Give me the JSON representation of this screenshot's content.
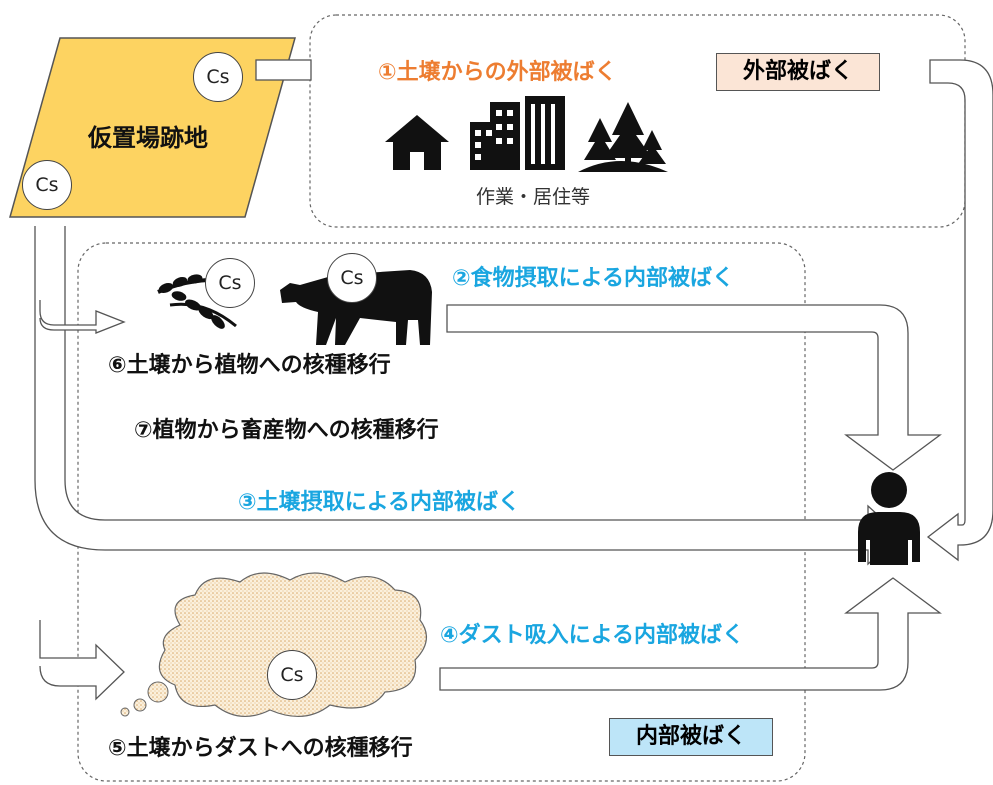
{
  "source": {
    "label": "仮置場跡地"
  },
  "nuclide": "Cs",
  "external": {
    "pathway_1": "①土壌からの外部被ばく",
    "activities": "作業・居住等",
    "tag": "外部被ばく",
    "icons": [
      "house-icon",
      "buildings-icon",
      "trees-icon"
    ]
  },
  "internal": {
    "pathway_2": "②食物摂取による内部被ばく",
    "pathway_3": "③土壌摂取による内部被ばく",
    "pathway_4": "④ダスト吸入による内部被ばく",
    "transfer_5": "⑤土壌からダストへの核種移行",
    "transfer_6": "⑥土壌から植物への核種移行",
    "transfer_7": "⑦植物から畜産物への核種移行",
    "tag": "内部被ばく",
    "icons": [
      "rice-plant-icon",
      "cow-icon",
      "dust-cloud-icon"
    ]
  },
  "receptor": {
    "icon": "person-icon"
  },
  "colors": {
    "source_fill": "#fdd361",
    "external_label": "#ed7d31",
    "internal_label": "#1aa6e0",
    "external_tag_fill": "#fbe5d6",
    "internal_tag_fill": "#bde5f8"
  }
}
